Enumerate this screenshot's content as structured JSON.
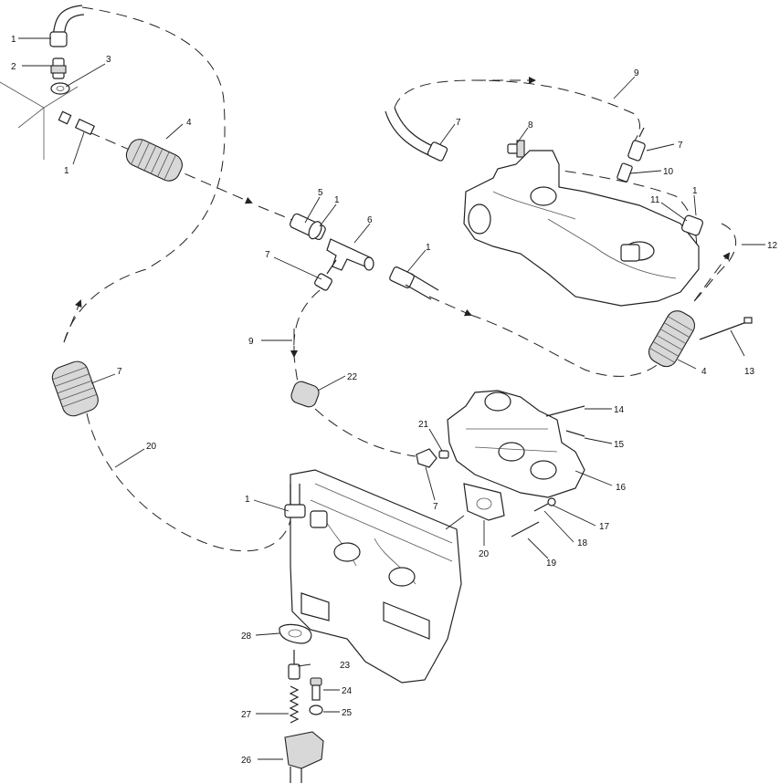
{
  "callouts": {
    "c1a": "1",
    "c2": "2",
    "c3": "3",
    "c1b": "1",
    "c4a": "4",
    "c9a": "9",
    "c7a": "7",
    "c8": "8",
    "c7b": "7",
    "c10": "10",
    "c11": "11",
    "c1c": "1",
    "c12": "12",
    "c5": "5",
    "c1d": "1",
    "c6": "6",
    "c7c": "7",
    "c1e": "1",
    "c9b": "9",
    "c7d": "7",
    "c4b": "4",
    "c13": "13",
    "c22": "22",
    "c20a": "20",
    "c14": "14",
    "c21": "21",
    "c15": "15",
    "c16": "16",
    "c7e": "7",
    "c17": "17",
    "c18": "18",
    "c20b": "20",
    "c19": "19",
    "c1f": "1",
    "c28": "28",
    "c23": "23",
    "c24": "24",
    "c25": "25",
    "c27": "27",
    "c26": "26"
  }
}
